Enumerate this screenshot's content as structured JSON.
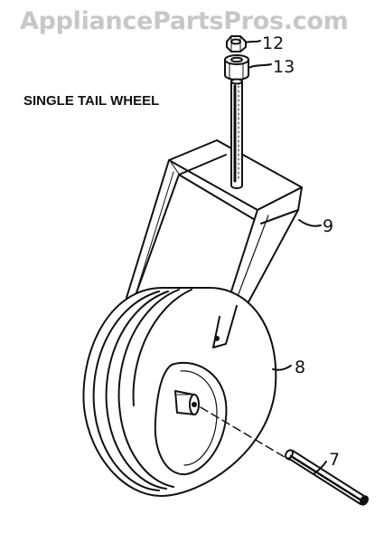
{
  "watermark": "AppliancePartsPros.com",
  "title": "SINGLE TAIL WHEEL",
  "callouts": {
    "nut": "12",
    "spacer": "13",
    "fork": "9",
    "wheel": "8",
    "axle": "7"
  },
  "colors": {
    "ink": "#111111",
    "watermark": "#c7c7c7"
  }
}
